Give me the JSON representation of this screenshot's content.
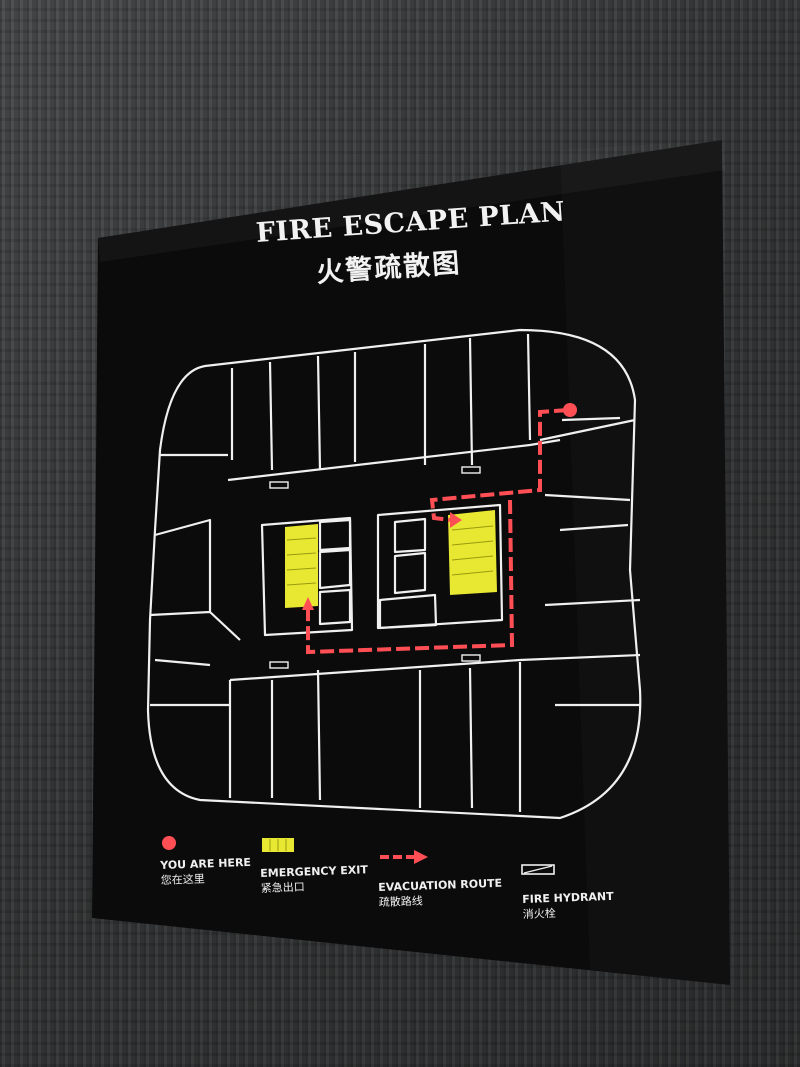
{
  "sign": {
    "title_en": "FIRE ESCAPE PLAN",
    "title_zh": "火警疏散图"
  },
  "legend": {
    "you_are_here": {
      "en": "YOU ARE HERE",
      "zh": "您在这里"
    },
    "emergency_exit": {
      "en": "EMERGENCY EXIT",
      "zh": "紧急出口"
    },
    "evacuation_route": {
      "en": "EVACUATION ROUTE",
      "zh": "疏散路线"
    },
    "fire_hydrant": {
      "en": "FIRE HYDRANT",
      "zh": "消火栓"
    }
  },
  "colors": {
    "wall": "#3a3b3c",
    "sign_panel": "#0b0b0c",
    "plan_lines": "#f0f0f0",
    "exit_yellow": "#e8e832",
    "route_red": "#ff4f55"
  }
}
